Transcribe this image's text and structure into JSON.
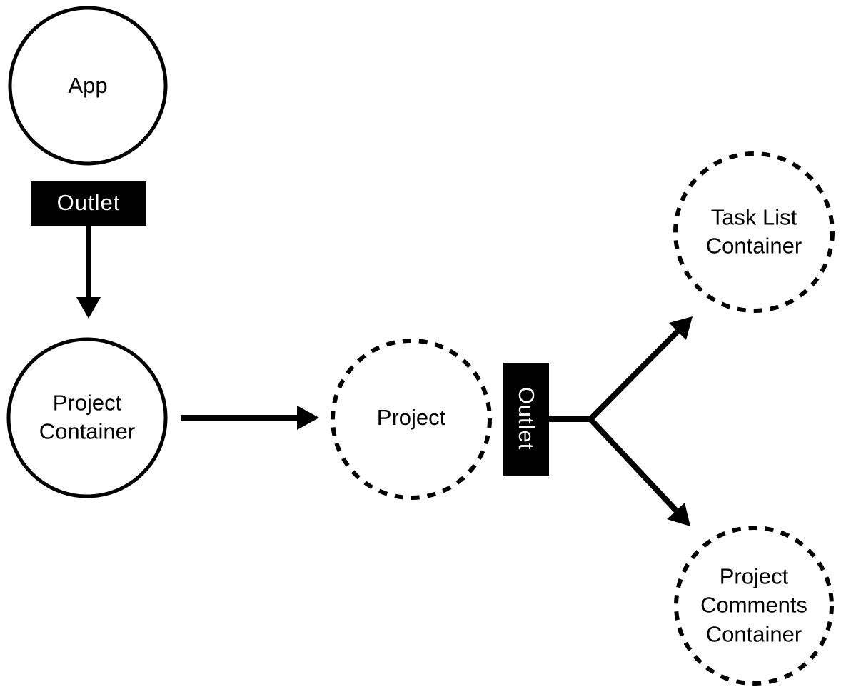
{
  "diagram": {
    "type": "flow-diagram",
    "colors": {
      "background": "#ffffff",
      "stroke": "#000000",
      "node_fill": "#ffffff",
      "node_text": "#000000",
      "outlet_bg": "#000000",
      "outlet_text": "#ffffff"
    },
    "nodes": {
      "app": {
        "label": "App",
        "border": "solid"
      },
      "project_container": {
        "label": "Project\nContainer",
        "border": "solid"
      },
      "project": {
        "label": "Project",
        "border": "dashed"
      },
      "task_list_container": {
        "label": "Task List\nContainer",
        "border": "dashed"
      },
      "project_comments_container": {
        "label": "Project\nComments\nContainer",
        "border": "dashed"
      }
    },
    "outlets": {
      "app_outlet": {
        "label": "Outlet",
        "orientation": "horizontal"
      },
      "project_outlet": {
        "label": "Outlet",
        "orientation": "vertical"
      }
    },
    "edges": [
      {
        "from": "app",
        "via": "app_outlet",
        "to": "project_container"
      },
      {
        "from": "project_container",
        "to": "project"
      },
      {
        "from": "project",
        "via": "project_outlet",
        "to": "task_list_container"
      },
      {
        "from": "project",
        "via": "project_outlet",
        "to": "project_comments_container"
      }
    ]
  }
}
